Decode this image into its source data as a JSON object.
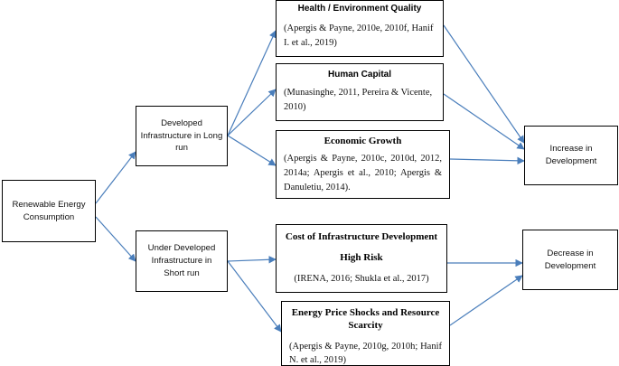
{
  "nodes": {
    "renewable": "Renewable Energy Consumption",
    "developed": "Developed Infrastructure in Long run",
    "underdeveloped": "Under Developed Infrastructure in Short run",
    "health": {
      "title": "Health / Environment Quality",
      "cite": "(Apergis & Payne, 2010e, 2010f, Hanif I. et al., 2019)"
    },
    "human": {
      "title": "Human Capital",
      "cite": "(Munasinghe, 2011, Pereira & Vicente, 2010)"
    },
    "economic": {
      "title": "Economic Growth",
      "cite": "(Apergis & Payne, 2010c, 2010d, 2012, 2014a; Apergis et al., 2010; Apergis & Danuletiu, 2014)."
    },
    "cost": {
      "title": "Cost of Infrastructure Development",
      "subtitle": "High Risk",
      "cite": "(IRENA, 2016; Shukla et al., 2017)"
    },
    "price": {
      "title": "Energy Price Shocks and Resource Scarcity",
      "cite": "(Apergis & Payne, 2010g, 2010h; Hanif N. et al., 2019)"
    },
    "increase": "Increase in Development",
    "decrease": "Decrease in Development"
  },
  "colors": {
    "arrow": "#4a7ebb",
    "border": "#000000"
  }
}
